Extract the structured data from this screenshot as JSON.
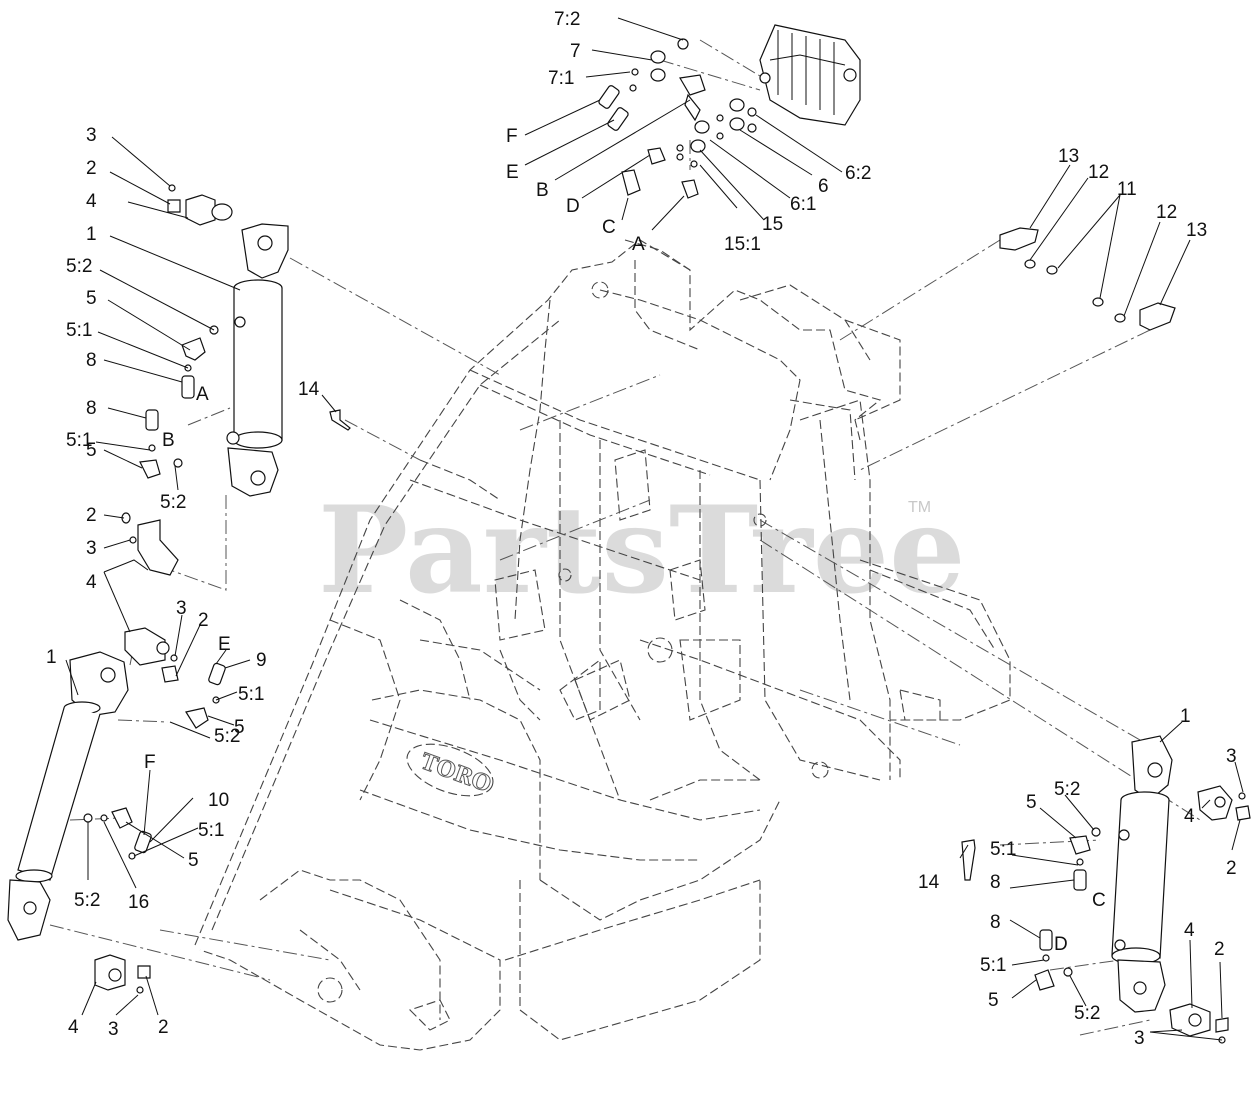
{
  "watermark": {
    "text": "PartsTree",
    "tm": "TM"
  },
  "frame": {
    "brand": "TORO"
  },
  "labels": {
    "t_72": "7:2",
    "t_7": "7",
    "t_71": "7:1",
    "t_F": "F",
    "t_E": "E",
    "t_B": "B",
    "t_D": "D",
    "t_C": "C",
    "t_A": "A",
    "t_151": "15:1",
    "t_15": "15",
    "t_61": "6:1",
    "t_6": "6",
    "t_62": "6:2",
    "r_13a": "13",
    "r_12a": "12",
    "r_11": "11",
    "r_12b": "12",
    "r_13b": "13",
    "c_14": "14",
    "lu_3": "3",
    "lu_2": "2",
    "lu_4": "4",
    "lu_1": "1",
    "lu_52a": "5:2",
    "lu_5a": "5",
    "lu_51a": "5:1",
    "lu_8a": "8",
    "lu_A": "A",
    "lu_8b": "8",
    "lu_B": "B",
    "lu_51b": "5:1",
    "lu_5b": "5",
    "lu_52b": "5:2",
    "lu_2b": "2",
    "lu_3b": "3",
    "lu_4b": "4",
    "ll_3": "3",
    "ll_2": "2",
    "ll_1": "1",
    "ll_E": "E",
    "ll_9": "9",
    "ll_51a": "5:1",
    "ll_5a": "5",
    "ll_52a": "5:2",
    "ll_F": "F",
    "ll_10": "10",
    "ll_51b": "5:1",
    "ll_5b": "5",
    "ll_52b": "5:2",
    "ll_16": "16",
    "ll_4b": "4",
    "ll_3b": "3",
    "ll_2b": "2",
    "rr_14": "14",
    "rr_1": "1",
    "rr_3": "3",
    "rr_52": "5:2",
    "rr_5": "5",
    "rr_4": "4",
    "rr_51": "5:1",
    "rr_2": "2",
    "rr_8": "8",
    "rr_C": "C",
    "rr_8b": "8",
    "rr_D": "D",
    "rr_51b": "5:1",
    "rr_5b": "5",
    "rr_52b": "5:2",
    "rr_4b": "4",
    "rr_2b": "2",
    "rr_3b": "3"
  }
}
